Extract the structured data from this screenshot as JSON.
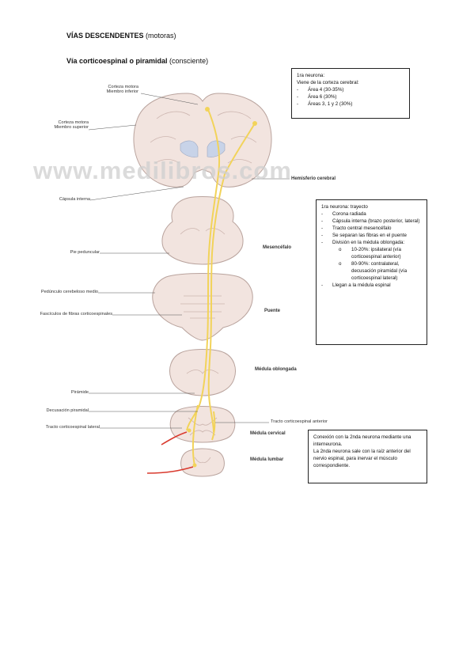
{
  "title": {
    "bold": "VÍAS DESCENDENTES",
    "normal": " (motoras)"
  },
  "subtitle": {
    "bold": "Vía corticoespinal o piramidal",
    "normal": " (consciente)"
  },
  "watermark": "www.medilibros.com",
  "box_neuron": {
    "heading": "1ra neurona:",
    "intro": "Viene de la corteza cerebral:",
    "items": [
      "Área 4 (30-35%)",
      "Área 6 (30%)",
      "Áreas 3, 1 y 2 (30%)"
    ]
  },
  "box_trajectory": {
    "heading": "1ra neurona: trayecto",
    "items": [
      "Corona radiada",
      "Cápsula interna (brazo posterior, lateral)",
      "Tracto central mesencéfalo",
      "Se separan las fibras en el puente",
      "División en la médula oblongada:"
    ],
    "subitems": [
      "10-20%: ipsilateral (vía corticoespinal anterior)",
      "80-90%: contralateral, decusación piramidal (vía corticoespinal lateral)"
    ],
    "last": "Llegan a la médula espinal"
  },
  "box_connection": {
    "lines": [
      "Conexión con la 2nda neurona mediante una interneurona.",
      "La 2nda neurona sale con la raíz anterior del nervio espinal, para inervar el músculo correspondiente."
    ]
  },
  "labels": {
    "corteza_inferior": [
      "Corteza motora",
      "Miembro inferior"
    ],
    "corteza_superior": [
      "Corteza motora",
      "Miembro superior"
    ],
    "capsula": "Cápsula interna",
    "pie": "Pie peduncular",
    "pedunculo": "Pedúnculo cerebeloso medio",
    "fasciculos": "Fascículos de fibras corticoespinales",
    "piramide": "Pirámide",
    "decusacion": "Decusación piramidal",
    "tracto_lateral": "Tracto corticoespinal lateral",
    "tracto_anterior": "Tracto corticoespinal anterior",
    "hemisferio": "Hemisferio cerebral",
    "mesencefalo": "Mesencéfalo",
    "puente": "Puente",
    "medula_oblongada": "Médula oblongada",
    "medula_cervical": "Médula cervical",
    "medula_lumbar": "Médula lumbar"
  },
  "colors": {
    "tract": "#f2d35a",
    "tissue": "#f2e4df",
    "tissue_edge": "#b9a39d",
    "ventricle": "#c8d3e8",
    "nerve": "#d93a2e"
  }
}
